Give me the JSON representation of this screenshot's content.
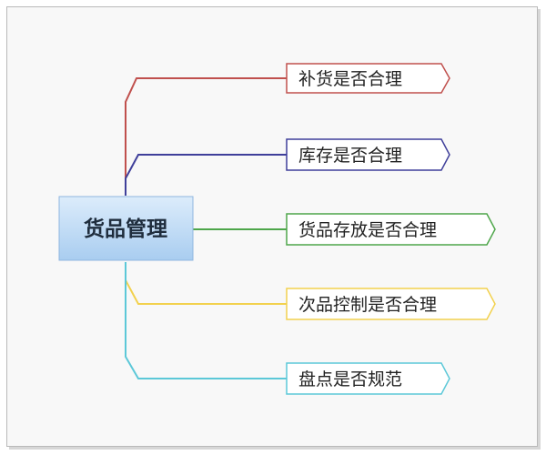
{
  "diagram": {
    "root": {
      "label": "货品管理"
    },
    "branches": [
      {
        "label": "补货是否合理",
        "color": "#c0504d"
      },
      {
        "label": "库存是否合理",
        "color": "#3f3f9a"
      },
      {
        "label": "货品存放是否合理",
        "color": "#4ea64a"
      },
      {
        "label": "次品控制是否合理",
        "color": "#f2d14e"
      },
      {
        "label": "盘点是否规范",
        "color": "#5cc8d8"
      }
    ]
  }
}
